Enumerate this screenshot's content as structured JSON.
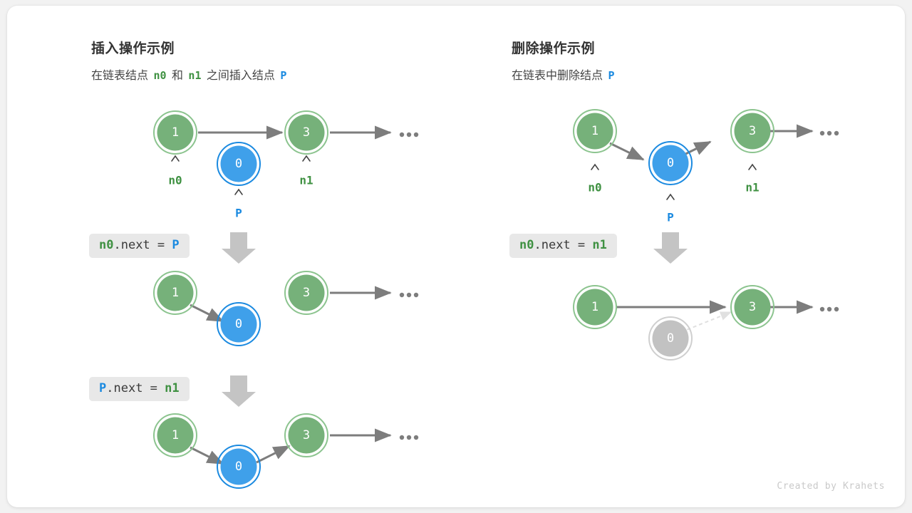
{
  "theme": {
    "bg": "#f2f2f2",
    "card_bg": "#ffffff",
    "node_green_fill": "#76b17a",
    "node_green_ring": "#8cc48f",
    "node_blue_fill": "#3fa0ea",
    "node_blue_ring": "#1b8ae0",
    "node_gray_fill": "#c2c2c2",
    "node_gray_ring": "#cfcfcf",
    "arrow": "#7d7d7d",
    "arrow_dim": "#e0e0e0",
    "label_green": "#3f9142",
    "label_blue": "#1b8ae0",
    "code_bg": "#e8e8e8",
    "big_arrow": "#c4c4c4"
  },
  "panels": [
    {
      "id": "insert",
      "title": "插入操作示例",
      "subtitle": {
        "parts": [
          {
            "text": "在链表结点 ",
            "kind": "plain"
          },
          {
            "text": "n0",
            "kind": "green"
          },
          {
            "text": " 和 ",
            "kind": "plain"
          },
          {
            "text": "n1",
            "kind": "green"
          },
          {
            "text": " 之间插入结点 ",
            "kind": "plain"
          },
          {
            "text": "P",
            "kind": "blue"
          }
        ]
      },
      "steps": [
        {
          "code": null,
          "nodes": [
            {
              "value": "1",
              "color": "green",
              "pointer": "n0",
              "pointer_color": "green"
            },
            {
              "value": "0",
              "color": "blue",
              "pointer": "P",
              "pointer_color": "blue"
            },
            {
              "value": "3",
              "color": "green",
              "pointer": "n1",
              "pointer_color": "green"
            }
          ],
          "trailing": "…"
        },
        {
          "code": {
            "parts": [
              {
                "text": "n0",
                "kind": "green"
              },
              {
                "text": ".next = ",
                "kind": "plain"
              },
              {
                "text": "P",
                "kind": "blue"
              }
            ]
          },
          "nodes": [
            {
              "value": "1",
              "color": "green"
            },
            {
              "value": "0",
              "color": "blue"
            },
            {
              "value": "3",
              "color": "green"
            }
          ],
          "trailing": "…"
        },
        {
          "code": {
            "parts": [
              {
                "text": "P",
                "kind": "blue"
              },
              {
                "text": ".next = ",
                "kind": "plain"
              },
              {
                "text": "n1",
                "kind": "green"
              }
            ]
          },
          "nodes": [
            {
              "value": "1",
              "color": "green"
            },
            {
              "value": "0",
              "color": "blue"
            },
            {
              "value": "3",
              "color": "green"
            }
          ],
          "trailing": "…"
        }
      ]
    },
    {
      "id": "delete",
      "title": "删除操作示例",
      "subtitle": {
        "parts": [
          {
            "text": "在链表中删除结点 ",
            "kind": "plain"
          },
          {
            "text": "P",
            "kind": "blue"
          }
        ]
      },
      "steps": [
        {
          "code": null,
          "nodes": [
            {
              "value": "1",
              "color": "green",
              "pointer": "n0",
              "pointer_color": "green"
            },
            {
              "value": "0",
              "color": "blue",
              "pointer": "P",
              "pointer_color": "blue"
            },
            {
              "value": "3",
              "color": "green",
              "pointer": "n1",
              "pointer_color": "green"
            }
          ],
          "trailing": "…"
        },
        {
          "code": {
            "parts": [
              {
                "text": "n0",
                "kind": "green"
              },
              {
                "text": ".next = ",
                "kind": "plain"
              },
              {
                "text": "n1",
                "kind": "green"
              }
            ]
          },
          "nodes": [
            {
              "value": "1",
              "color": "green"
            },
            {
              "value": "0",
              "color": "gray"
            },
            {
              "value": "3",
              "color": "green"
            }
          ],
          "trailing": "…"
        }
      ]
    }
  ],
  "credit": "Created by Krahets"
}
